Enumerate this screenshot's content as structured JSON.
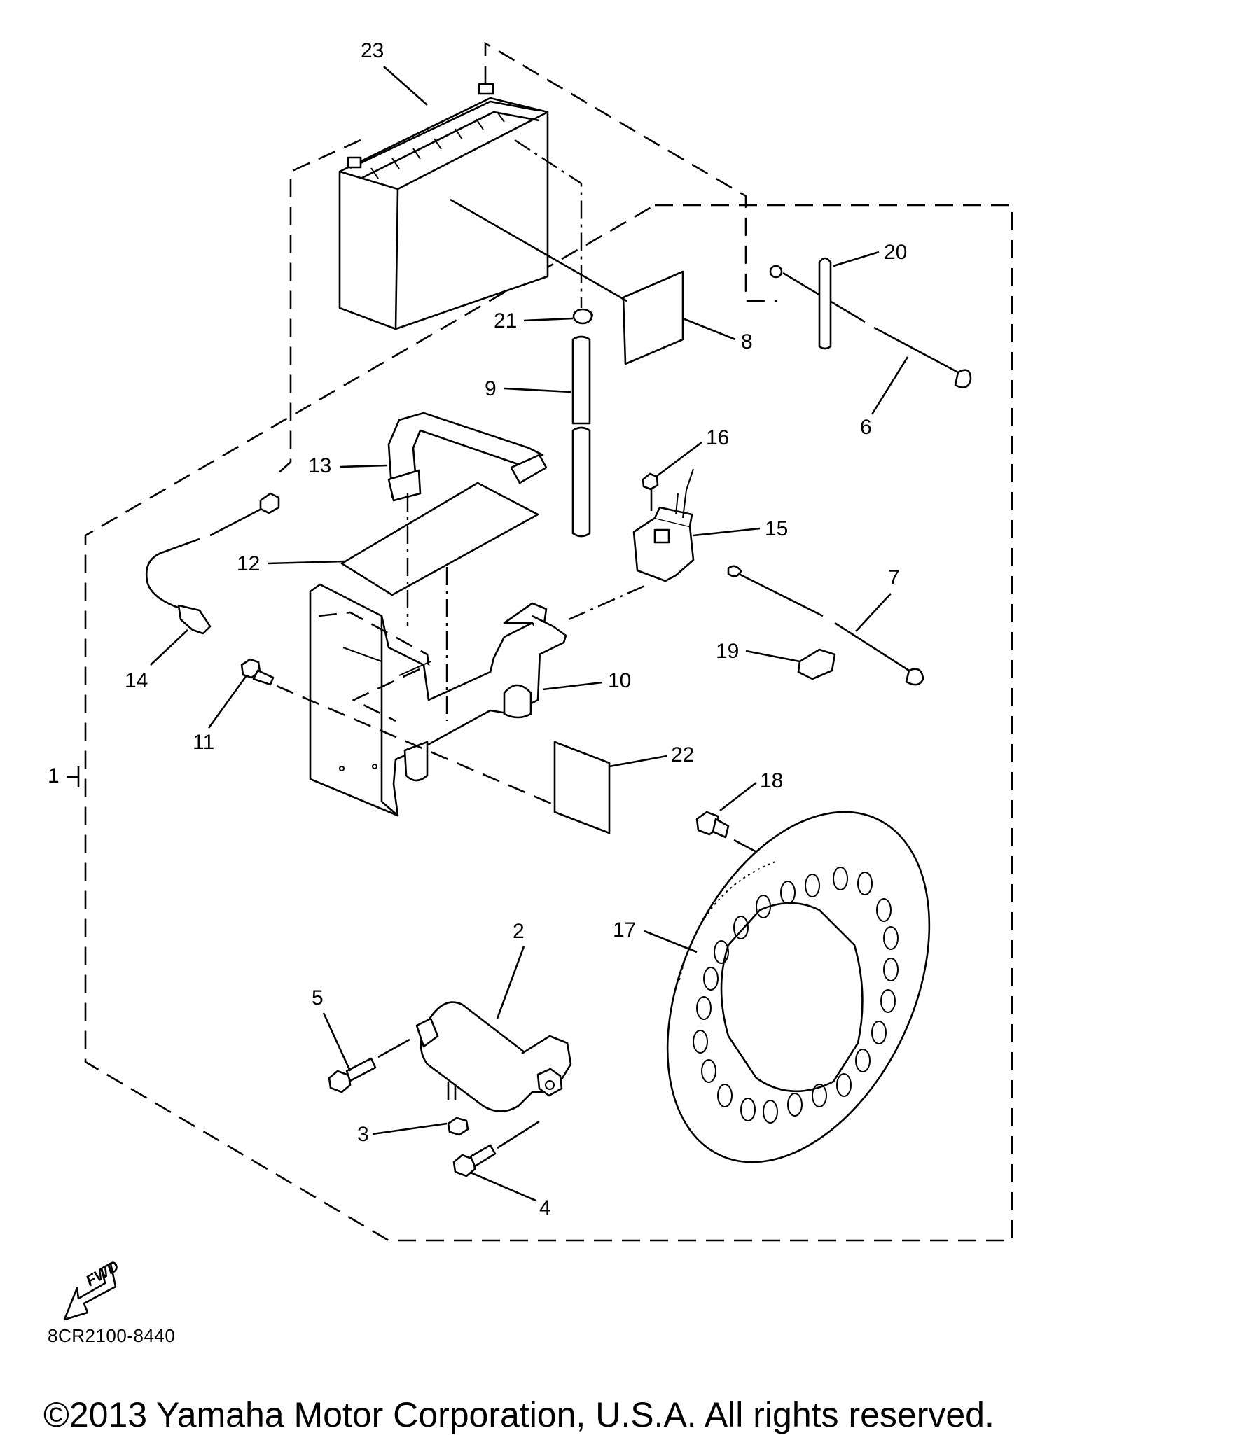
{
  "diagram": {
    "callouts": {
      "c1": "1",
      "c2": "2",
      "c3": "3",
      "c4": "4",
      "c5": "5",
      "c6": "6",
      "c7": "7",
      "c8": "8",
      "c9": "9",
      "c10": "10",
      "c11": "11",
      "c12": "12",
      "c13": "13",
      "c14": "14",
      "c15": "15",
      "c16": "16",
      "c17": "17",
      "c18": "18",
      "c19": "19",
      "c20": "20",
      "c21": "21",
      "c22": "22",
      "c23": "23"
    },
    "fwd_label": "FWD",
    "code": "8CR2100-8440"
  },
  "footer": {
    "copyright": "©2013 Yamaha Motor Corporation, U.S.A. All rights reserved."
  }
}
